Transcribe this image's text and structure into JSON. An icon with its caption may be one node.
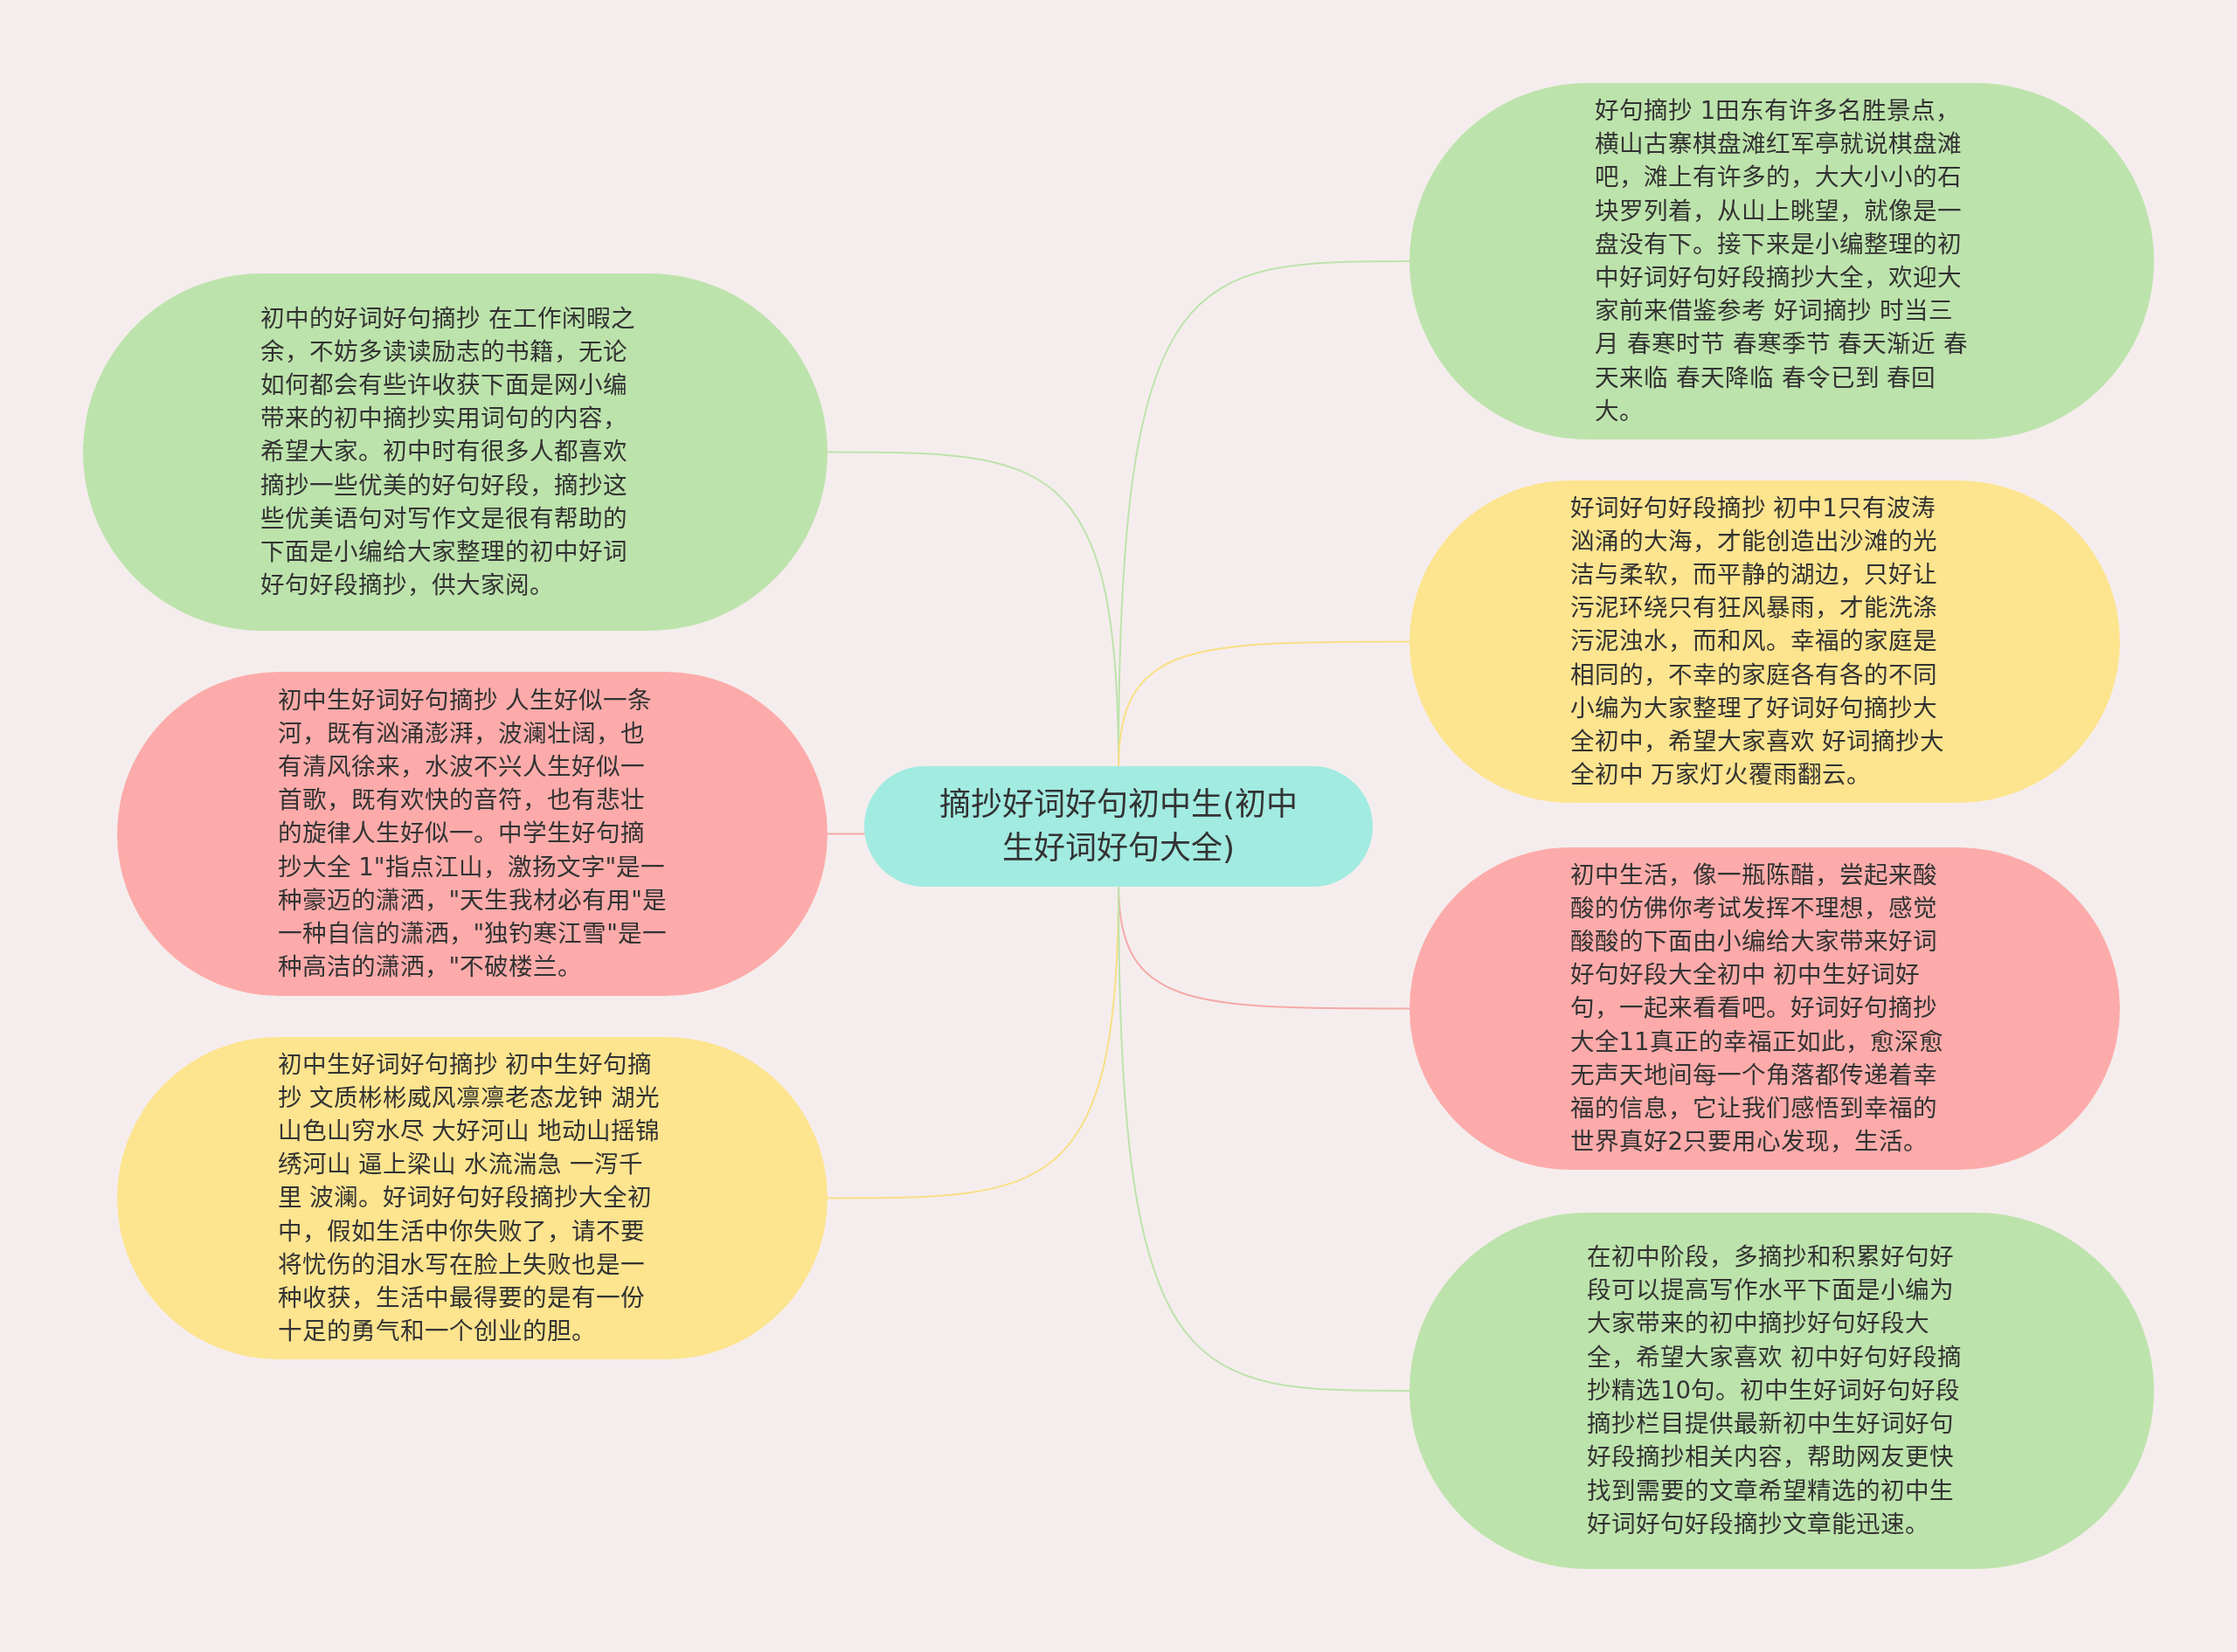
{
  "diagram": {
    "nodes": [
      {
        "text": [
          "摘抄好词好句初中生(初中生好词好句大全)"
        ]
      },
      {
        "text": [
          "初中的好词好句摘抄 在工作闲暇之余，不妨多读读励志的书籍，无论如何都会有些许收获下面是网小编带来的初中摘抄实用词句的内容，希望大家。初中时有很多人都喜欢摘抄一些优美的好句好段，摘抄这些优美语句对写作文是很有帮助的下面是小编给大家整理的初中好词好句好段摘抄，供大家阅。"
        ]
      },
      {
        "text": [
          "初中生好词好句摘抄 人生好似一条河，既有汹涌澎湃，波澜壮阔，也有清风徐来，水波不兴人生好似一首歌，既有欢快的音符，也有悲壮的旋律人生好似一。中学生好句摘抄大全 1\"指点江山，激扬文字\"是一种豪迈的潇洒，\"天生我材必有用\"是一种自信的潇洒，\"独钓寒江雪\"是一种高洁的潇洒，\"不破楼兰。"
        ]
      },
      {
        "text": [
          "初中生好词好句摘抄 初中生好句摘抄 文质彬彬威风凛凛老态龙钟 湖光山色山穷水尽 大好河山 地动山摇锦绣河山 逼上梁山 水流湍急 一泻千里 波澜。好词好句好段摘抄大全初中，假如生活中你失败了，请不要将忧伤的泪水写在脸上失败也是一种收获，生活中最得要的是有一份十足的勇气和一个创业的胆。"
        ]
      },
      {
        "text": [
          "好句摘抄  1田东有许多名胜景点，横山古寨棋盘滩红军亭就说棋盘滩吧，滩上有许多的，大大小小的石块罗列着，从山上眺望，就像是一盘没有下。接下来是小编整理的初中好词好句好段摘抄大全，欢迎大家前来借鉴参考 好词摘抄 时当三月 春寒时节 春寒季节 春天渐近 春天来临 春天降临 春令已到 春回大。"
        ]
      },
      {
        "text": [
          "好词好句好段摘抄 初中1只有波涛汹涌的大海，才能创造出沙滩的光洁与柔软，而平静的湖边，只好让污泥环绕只有狂风暴雨，才能洗涤污泥浊水，而和风。幸福的家庭是相同的，不幸的家庭各有各的不同小编为大家整理了好词好句摘抄大全初中，希望大家喜欢 好词摘抄大全初中 万家灯火覆雨翻云。"
        ]
      },
      {
        "text": [
          "初中生活，像一瓶陈醋，尝起来酸酸的仿佛你考试发挥不理想，感觉酸酸的下面由小编给大家带来好词好句好段大全初中 初中生好词好句，一起来看看吧。好词好句摘抄大全11真正的幸福正如此，愈深愈无声天地间每一个角落都传递着幸福的信息，它让我们感悟到幸福的世界真好2只要用心发现，生活。"
        ]
      },
      {
        "text": [
          "在初中阶段，多摘抄和积累好句好段可以提高写作水平下面是小编为大家带来的初中摘抄好句好段大全，希望大家喜欢 初中好句好段摘抄精选10句。初中生好词好句好段摘抄栏目提供最新初中生好词好句好段摘抄相关内容，帮助网友更快找到需要的文章希望精选的初中生好词好句好段摘抄文章能迅速。"
        ]
      }
    ],
    "edges": [
      {
        "from": 0,
        "to": 1,
        "arrow": "none"
      },
      {
        "from": 0,
        "to": 2,
        "arrow": "none",
        "color": "#f4a9a8"
      },
      {
        "from": 0,
        "to": 3,
        "arrow": "none",
        "color": "#f9df85"
      },
      {
        "from": 0,
        "to": 4,
        "arrow": "none"
      },
      {
        "from": 0,
        "to": 5,
        "arrow": "none",
        "color": "#f9df85"
      },
      {
        "from": 0,
        "to": 6,
        "arrow": "none",
        "color": "#f4a9a8"
      },
      {
        "from": 0,
        "to": 7,
        "arrow": "none"
      }
    ]
  }
}
